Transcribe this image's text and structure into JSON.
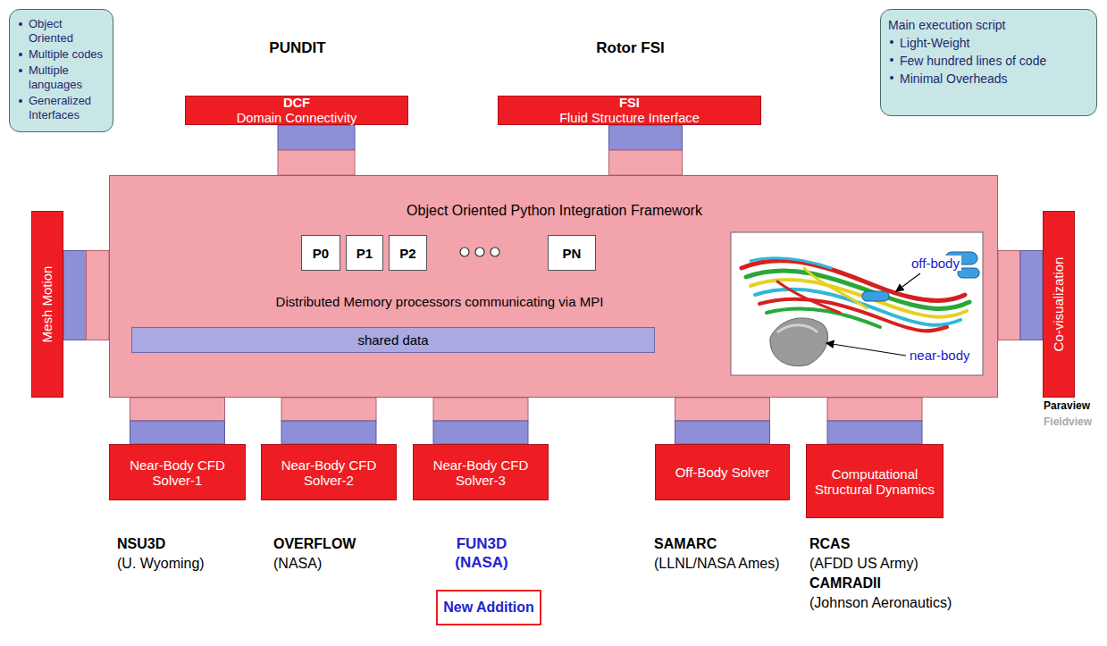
{
  "diagram": {
    "nodes": [
      {
        "text": [
          "Object Oriented",
          "Multiple codes",
          "Multiple languages",
          "Generalized Interfaces"
        ]
      },
      {
        "text": [
          "PUNDIT",
          "DCF",
          "Domain Connectivity"
        ]
      },
      {
        "text": [
          "Rotor FSI",
          "FSI",
          "Fluid Structure Interface"
        ]
      },
      {
        "text": [
          "Main execution script",
          "Light-Weight",
          "Few hundred lines of code",
          "Minimal Overheads"
        ]
      },
      {
        "text": [
          "Mesh Motion"
        ]
      },
      {
        "text": [
          "Object Oriented Python Integration Framework",
          "Distributed Memory processors communicating via MPI"
        ]
      },
      {
        "text": [
          "P0"
        ],
        "in": 5
      },
      {
        "text": [
          "P1"
        ],
        "in": 5
      },
      {
        "text": [
          "P2"
        ],
        "in": 5
      },
      {
        "text": [
          "PN"
        ],
        "in": 5
      },
      {
        "text": [
          "shared data"
        ],
        "in": 5
      },
      {
        "text": [
          "Co-visualization"
        ]
      },
      {
        "text": [
          "Near-Body CFD Solver-1",
          "NSU3D",
          "(U. Wyoming)"
        ]
      },
      {
        "text": [
          "Near-Body CFD Solver-2",
          "OVERFLOW",
          "(NASA)"
        ]
      },
      {
        "text": [
          "Near-Body CFD Solver-3",
          "FUN3D (NASA)"
        ]
      },
      {
        "text": [
          "New Addition"
        ]
      },
      {
        "text": [
          "Off-Body Solver",
          "SAMARC",
          "(LLNL/NASA Ames)"
        ]
      },
      {
        "text": [
          "Computational Structural Dynamics",
          "RCAS",
          "(AFDD US Army)",
          "CAMRADII",
          "(Johnson Aeronautics)"
        ]
      }
    ],
    "edges": [
      {
        "from": 1,
        "to": 5,
        "arrow": "none"
      },
      {
        "from": 2,
        "to": 5,
        "arrow": "none"
      },
      {
        "from": 4,
        "to": 5,
        "arrow": "none"
      },
      {
        "from": 11,
        "to": 5,
        "arrow": "none"
      },
      {
        "from": 12,
        "to": 5,
        "arrow": "none"
      },
      {
        "from": 13,
        "to": 5,
        "arrow": "none"
      },
      {
        "from": 14,
        "to": 5,
        "arrow": "none"
      },
      {
        "from": 16,
        "to": 5,
        "arrow": "none"
      },
      {
        "from": 17,
        "to": 5,
        "arrow": "none"
      }
    ],
    "labels": [
      "off-body",
      "near-body",
      "Paraview",
      "Fieldview"
    ]
  }
}
